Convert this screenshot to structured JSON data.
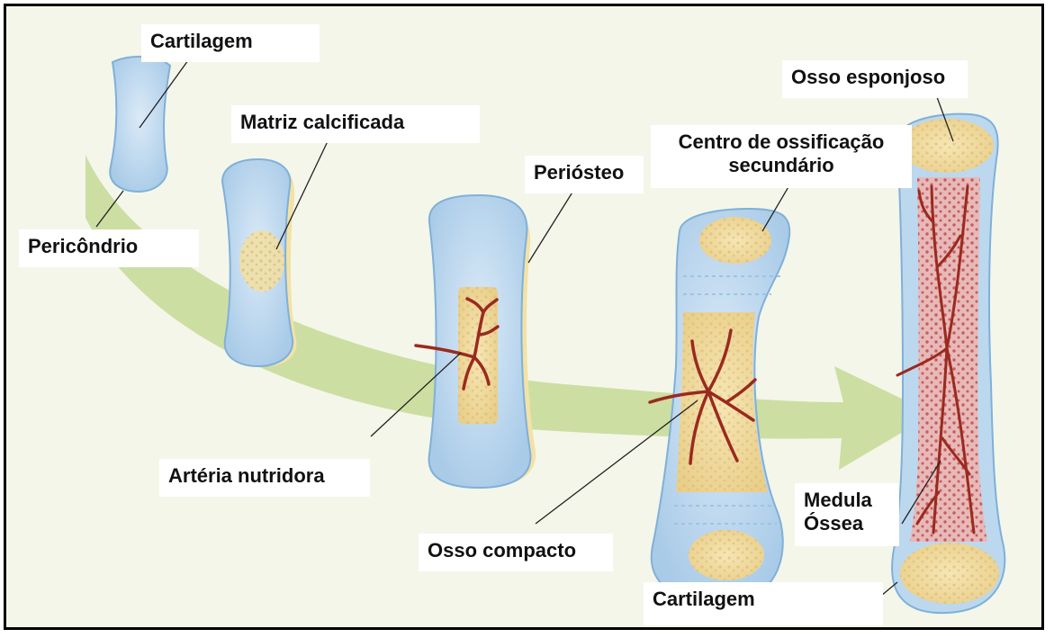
{
  "labels": {
    "cartilagem_top": "Cartilagem",
    "matriz": "Matriz calcificada",
    "pericondrio": "Pericôndrio",
    "periosteo": "Periósteo",
    "centro_line1": "Centro de ossificação",
    "centro_line2": "secundário",
    "osso_esponjoso": "Osso esponjoso",
    "arteria": "Artéria nutridora",
    "osso_compacto": "Osso compacto",
    "medula_line1": "Medula",
    "medula_line2": "Óssea",
    "cartilagem_bottom": "Cartilagem"
  },
  "colors": {
    "background": "#f4f6ea",
    "arrow": "#c9dc9a",
    "cartilage": "#bcd8ee",
    "cartilage_edge": "#7fb0d8",
    "periosteum": "#f3e2a6",
    "bone_spongy": "#f2dfa2",
    "artery": "#9a2a1f",
    "marrow": "#e6b8b8"
  }
}
